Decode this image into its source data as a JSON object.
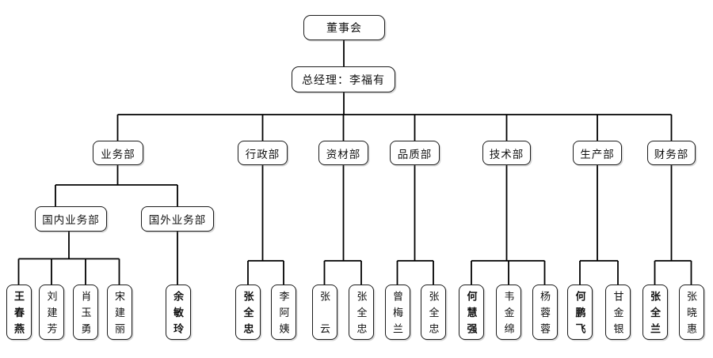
{
  "org": {
    "board": {
      "label": "董事会"
    },
    "general_manager": {
      "label": "总经理：李福有"
    },
    "departments": [
      {
        "label": "业务部"
      },
      {
        "label": "行政部"
      },
      {
        "label": "资材部"
      },
      {
        "label": "品质部"
      },
      {
        "label": "技术部"
      },
      {
        "label": "生产部"
      },
      {
        "label": "财务部"
      }
    ],
    "sub_departments": [
      {
        "label": "国内业务部"
      },
      {
        "label": "国外业务部"
      }
    ],
    "staff": [
      {
        "name": "王春燕",
        "bold": true,
        "parent": "国内业务部"
      },
      {
        "name": "刘建芳",
        "bold": false,
        "parent": "国内业务部"
      },
      {
        "name": "肖玉勇",
        "bold": false,
        "parent": "国内业务部"
      },
      {
        "name": "宋建丽",
        "bold": false,
        "parent": "国内业务部"
      },
      {
        "name": "余敏玲",
        "bold": true,
        "parent": "国外业务部"
      },
      {
        "name": "张全忠",
        "bold": true,
        "parent": "行政部"
      },
      {
        "name": "李阿姨",
        "bold": false,
        "parent": "行政部"
      },
      {
        "name": "张云",
        "bold": false,
        "parent": "资材部"
      },
      {
        "name": "张全忠",
        "bold": false,
        "parent": "资材部"
      },
      {
        "name": "曾梅兰",
        "bold": false,
        "parent": "品质部"
      },
      {
        "name": "张全忠",
        "bold": false,
        "parent": "品质部"
      },
      {
        "name": "何慧强",
        "bold": true,
        "parent": "技术部"
      },
      {
        "name": "韦金绵",
        "bold": false,
        "parent": "技术部"
      },
      {
        "name": "杨蓉蓉",
        "bold": false,
        "parent": "技术部"
      },
      {
        "name": "何鹏飞",
        "bold": true,
        "parent": "生产部"
      },
      {
        "name": "甘金银",
        "bold": false,
        "parent": "生产部"
      },
      {
        "name": "张全兰",
        "bold": true,
        "parent": "财务部"
      },
      {
        "name": "张晓惠",
        "bold": false,
        "parent": "财务部"
      }
    ]
  },
  "colors": {
    "background": "#ffffff",
    "line": "#000000",
    "box_border": "#1c1c1c",
    "text": "#111111"
  }
}
